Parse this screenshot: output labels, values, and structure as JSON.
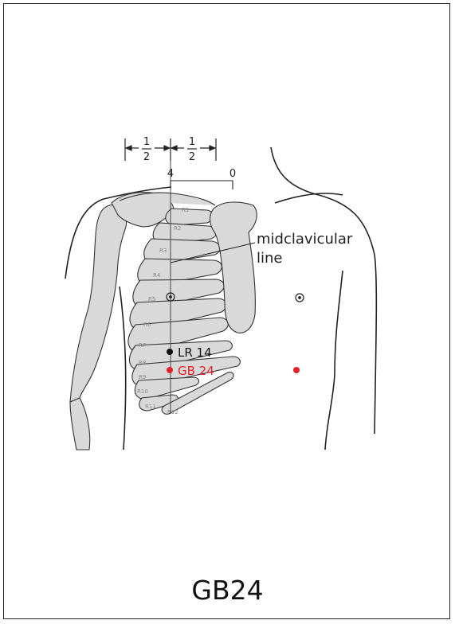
{
  "title": "GB24",
  "measure": {
    "half_left_num": "1",
    "half_left_den": "2",
    "half_right_num": "1",
    "half_right_den": "2",
    "scale_left": "4",
    "scale_right": "0"
  },
  "midclavicular_label_line1": "midclavicular",
  "midclavicular_label_line2": "line",
  "points": {
    "lr14": "LR 14",
    "gb24": "GB 24"
  },
  "ribs": [
    "R1",
    "R2",
    "R3",
    "R4",
    "R5",
    "R6",
    "R7",
    "R8",
    "R9",
    "R10",
    "R11",
    "R12"
  ],
  "colors": {
    "gb24": "#e3232c",
    "lr14": "#111111",
    "bone": "#d9d9d9",
    "outline": "#222222"
  }
}
